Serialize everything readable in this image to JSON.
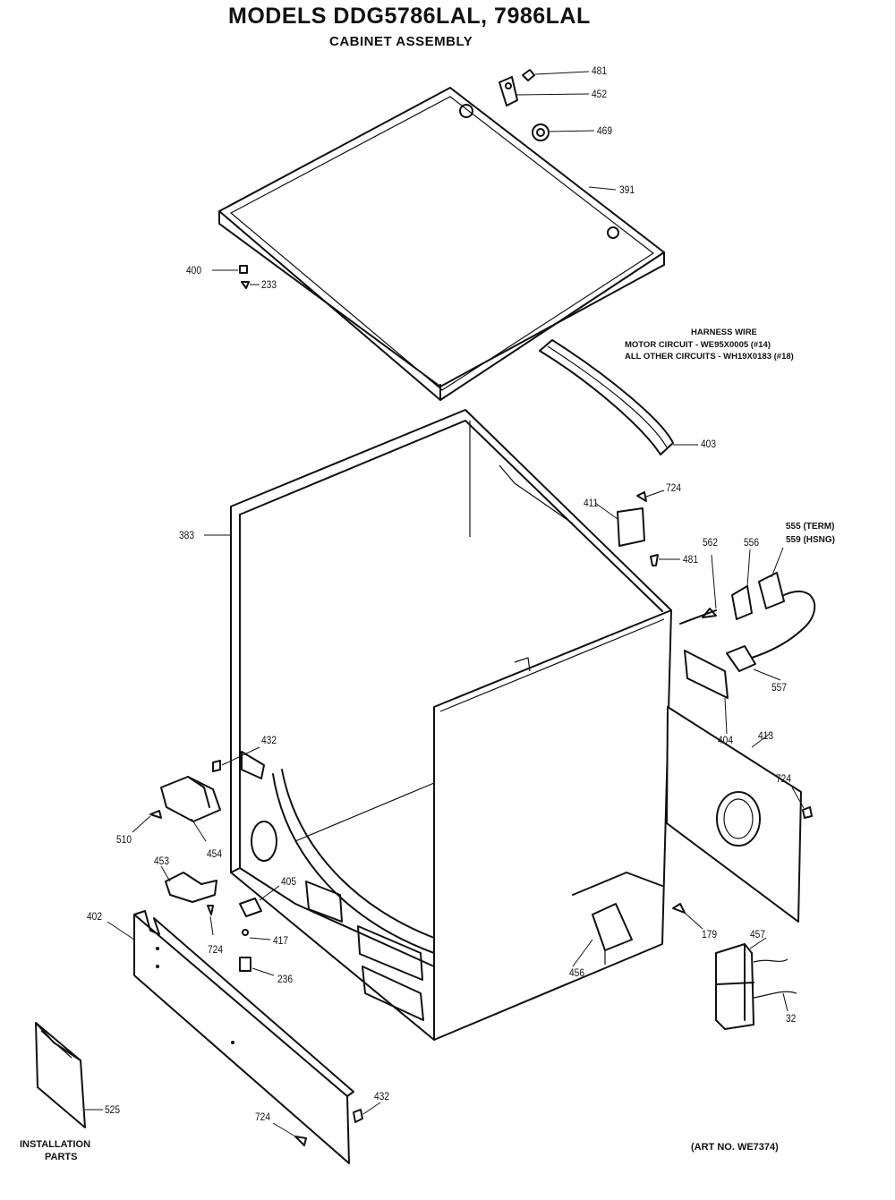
{
  "header": {
    "title": "MODELS DDG5786LAL, 7986LAL",
    "subtitle": "CABINET ASSEMBLY"
  },
  "harness": {
    "heading": "HARNESS WIRE",
    "motor": "MOTOR CIRCUIT - WE95X0005 (#14)",
    "other": "ALL OTHER CIRCUITS - WH19X0183 (#18)"
  },
  "callouts": {
    "c481_top": "481",
    "c452": "452",
    "c469": "469",
    "c391": "391",
    "c400": "400",
    "c233": "233",
    "c403": "403",
    "c383": "383",
    "c724_a": "724",
    "c411": "411",
    "c481_mid": "481",
    "c562": "562",
    "c556": "556",
    "c555": "555 (TERM)",
    "c559": "559 (HSNG)",
    "c557": "557",
    "c404": "404",
    "c413": "413",
    "c724_b": "724",
    "c432_a": "432",
    "c510": "510",
    "c454": "454",
    "c453": "453",
    "c405": "405",
    "c724_c": "724",
    "c417": "417",
    "c236": "236",
    "c402": "402",
    "c456": "456",
    "c179": "179",
    "c457": "457",
    "c32": "32",
    "c525": "525",
    "c432_b": "432",
    "c724_d": "724"
  },
  "footer": {
    "installation": "INSTALLATION",
    "parts": "PARTS",
    "art_no": "(ART NO. WE7374)"
  }
}
